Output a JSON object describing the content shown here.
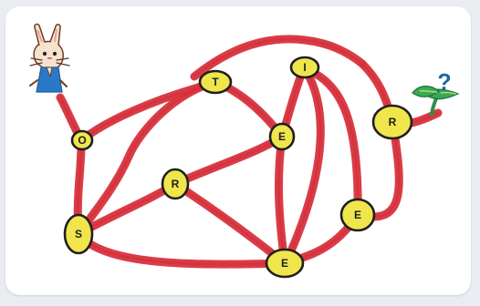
{
  "puzzle": {
    "goal_symbol": "?",
    "path_color": "#d8343f",
    "node_fill": "#f0e64c",
    "nodes": [
      {
        "letter": "O"
      },
      {
        "letter": "T"
      },
      {
        "letter": "I"
      },
      {
        "letter": "R"
      },
      {
        "letter": "E"
      },
      {
        "letter": "R"
      },
      {
        "letter": "S"
      },
      {
        "letter": "E"
      },
      {
        "letter": "E"
      }
    ]
  },
  "icons": {
    "start": "rabbit-icon",
    "goal": "carrot-sprout-icon"
  }
}
